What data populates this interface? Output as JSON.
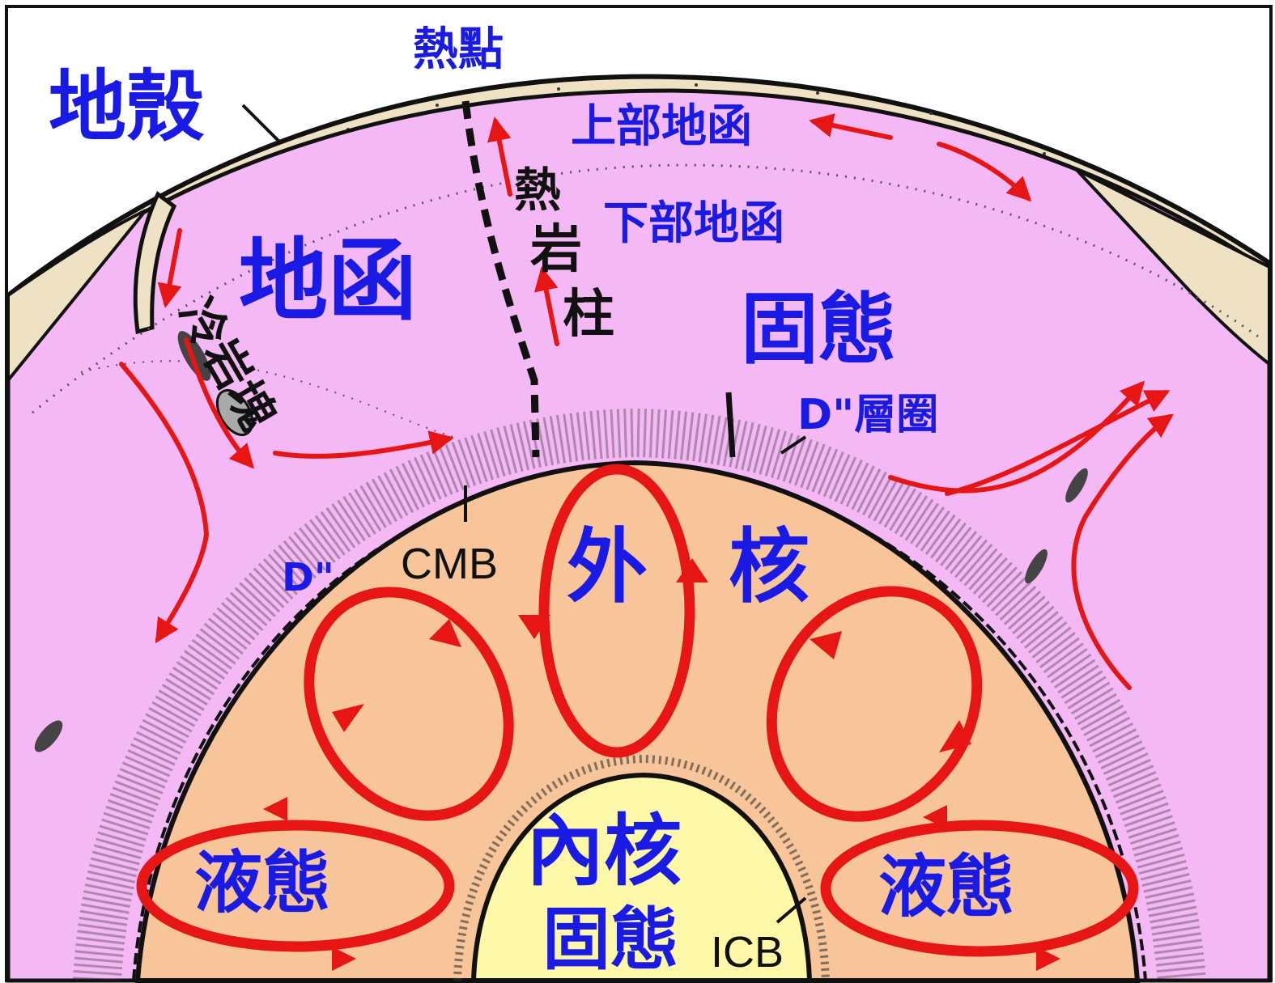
{
  "labels": {
    "crust": "地殼",
    "hotspot": "熱點",
    "upper_mantle": "上部地函",
    "lower_mantle": "下部地函",
    "mantle": "地函",
    "solid_mantle": "固態",
    "hot_plume_1": "熱",
    "hot_plume_2": "岩",
    "hot_plume_3": "柱",
    "cold_slab": "冷岩塊",
    "d_layer": "D\"層圈",
    "d_short": "D\"",
    "cmb": "CMB",
    "outer_core_1": "外",
    "outer_core_2": "核",
    "liquid_left": "液態",
    "liquid_right": "液態",
    "inner_core": "內核",
    "inner_solid": "固態",
    "icb": "ICB"
  },
  "colors": {
    "mantle": "#f4b8f4",
    "outer_core": "#f8c59a",
    "inner_core": "#fdf7a8",
    "crust": "#efe2c4",
    "label_blue": "#1a1ae6",
    "arrow_red": "#e81515",
    "line_black": "#111111"
  }
}
